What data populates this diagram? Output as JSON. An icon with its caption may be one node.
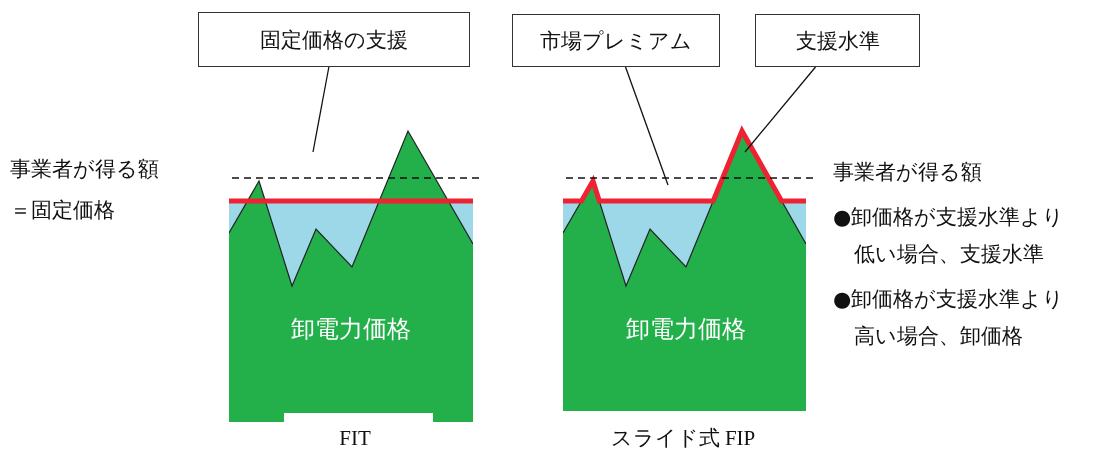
{
  "diagram": {
    "nodes": [
      {
        "text": [
          "固定価格の支援"
        ]
      },
      {
        "text": [
          "市場プレミアム"
        ]
      },
      {
        "text": [
          "支援水準"
        ]
      },
      {
        "text": [
          "卸電力価格"
        ],
        "beside": [
          "FIT"
        ]
      },
      {
        "text": [
          "卸電力価格"
        ],
        "beside": [
          "スライド式 FIP"
        ]
      }
    ],
    "edges": [
      {
        "from": 0,
        "to": null,
        "arrow": "none"
      },
      {
        "from": 1,
        "to": null,
        "arrow": "none"
      },
      {
        "from": 2,
        "to": 4,
        "arrow": "none"
      }
    ],
    "labels": [
      "事業者が得る額",
      "＝固定価格",
      "事業者が得る額",
      "●卸価格が支援水準より低い場合、支援水準",
      "●卸価格が支援水準より高い場合、卸価格"
    ]
  }
}
